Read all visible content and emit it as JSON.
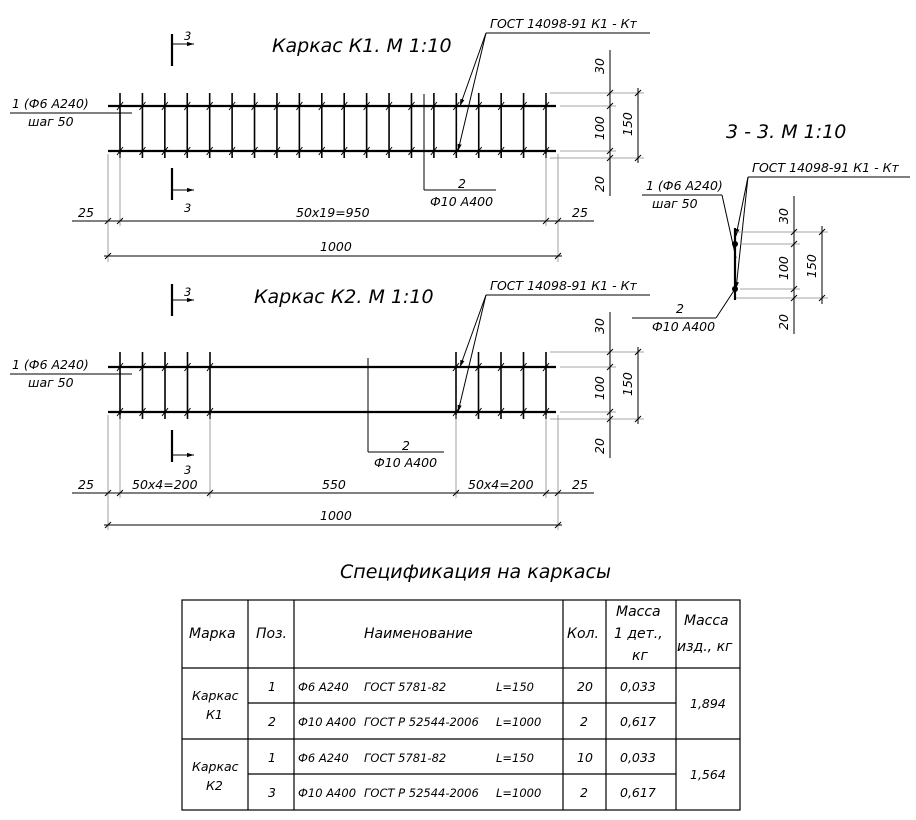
{
  "k1": {
    "title": "Каркас К1. М 1:10",
    "gost": "ГОСТ 14098-91 К1 - Кт",
    "pos1_line1": "1 (Ф6 А240)",
    "pos1_line2": "шаг 50",
    "pos2_num": "2",
    "pos2_bar": "Ф10 А400",
    "dim_left": "25",
    "dim_middle": "50x19=950",
    "dim_right": "25",
    "dim_total": "1000",
    "dim_v_top": "30",
    "dim_v_mid": "100",
    "dim_v_bot": "20",
    "dim_v_total": "150",
    "section_mark_top": "3",
    "section_mark_bottom": "3"
  },
  "k2": {
    "title": "Каркас К2. М 1:10",
    "gost": "ГОСТ 14098-91 К1 - Кт",
    "pos1_line1": "1 (Ф6 А240)",
    "pos1_line2": "шаг 50",
    "pos2_num": "2",
    "pos2_bar": "Ф10 А400",
    "dim_left": "25",
    "dim_seg1": "50x4=200",
    "dim_seg2": "550",
    "dim_seg3": "50x4=200",
    "dim_right": "25",
    "dim_total": "1000",
    "dim_v_top": "30",
    "dim_v_mid": "100",
    "dim_v_bot": "20",
    "dim_v_total": "150",
    "section_mark_top": "3",
    "section_mark_bottom": "3"
  },
  "section": {
    "title": "3 - 3. М 1:10",
    "gost": "ГОСТ 14098-91 К1 - Кт",
    "pos1_line1": "1 (Ф6 А240)",
    "pos1_line2": "шаг 50",
    "pos2_num": "2",
    "pos2_bar": "Ф10 А400",
    "dim_v_top": "30",
    "dim_v_mid": "100",
    "dim_v_bot": "20",
    "dim_v_total": "150"
  },
  "spec": {
    "title": "Спецификация на каркасы",
    "headers": {
      "marka": "Марка",
      "poz": "Поз.",
      "naim": "Наименование",
      "kol": "Кол.",
      "mass1_l1": "Масса",
      "mass1_l2": "1 дет.,",
      "mass1_l3": "кг",
      "mass2_l1": "Масса",
      "mass2_l2": "изд., кг"
    },
    "groups": [
      {
        "marka_l1": "Каркас",
        "marka_l2": "К1",
        "total": "1,894",
        "rows": [
          {
            "poz": "1",
            "bar": "Ф6 А240",
            "gost": "ГОСТ 5781-82",
            "len": "L=150",
            "kol": "20",
            "mass": "0,033"
          },
          {
            "poz": "2",
            "bar": "Ф10 А400",
            "gost": "ГОСТ Р 52544-2006",
            "len": "L=1000",
            "kol": "2",
            "mass": "0,617"
          }
        ]
      },
      {
        "marka_l1": "Каркас",
        "marka_l2": "К2",
        "total": "1,564",
        "rows": [
          {
            "poz": "1",
            "bar": "Ф6 А240",
            "gost": "ГОСТ 5781-82",
            "len": "L=150",
            "kol": "10",
            "mass": "0,033"
          },
          {
            "poz": "3",
            "bar": "Ф10 А400",
            "gost": "ГОСТ Р 52544-2006",
            "len": "L=1000",
            "kol": "2",
            "mass": "0,617"
          }
        ]
      }
    ]
  }
}
